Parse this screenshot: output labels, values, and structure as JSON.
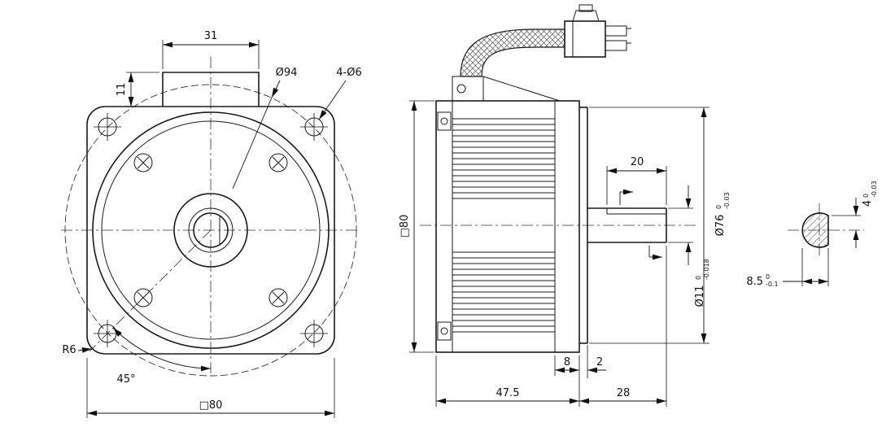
{
  "drawing": {
    "front": {
      "boss_width": "31",
      "boss_height": "11",
      "bolt_circle": "Ø94",
      "mount_holes": "4-Ø6",
      "corner_radius": "R6",
      "screw_angle": "45°",
      "flange_size": "□80"
    },
    "side": {
      "frame_size": "□80",
      "flat_length": "20",
      "pilot_dia": "Ø76",
      "pilot_tol_hi": "0",
      "pilot_tol_lo": "-0.03",
      "shaft_dia": "Ø11",
      "shaft_tol_hi": "0",
      "shaft_tol_lo": "-0.018",
      "plate_thk": "8",
      "pilot_depth": "2",
      "body_length": "47.5",
      "shaft_length": "28"
    },
    "section": {
      "across_flat": "8.5",
      "across_flat_tol_hi": "0",
      "across_flat_tol_lo": "-0.1",
      "flat_depth": "4",
      "flat_depth_tol_hi": "0",
      "flat_depth_tol_lo": "-0.03"
    },
    "colors": {
      "line": "#1a1a1a",
      "background": "#ffffff"
    }
  }
}
